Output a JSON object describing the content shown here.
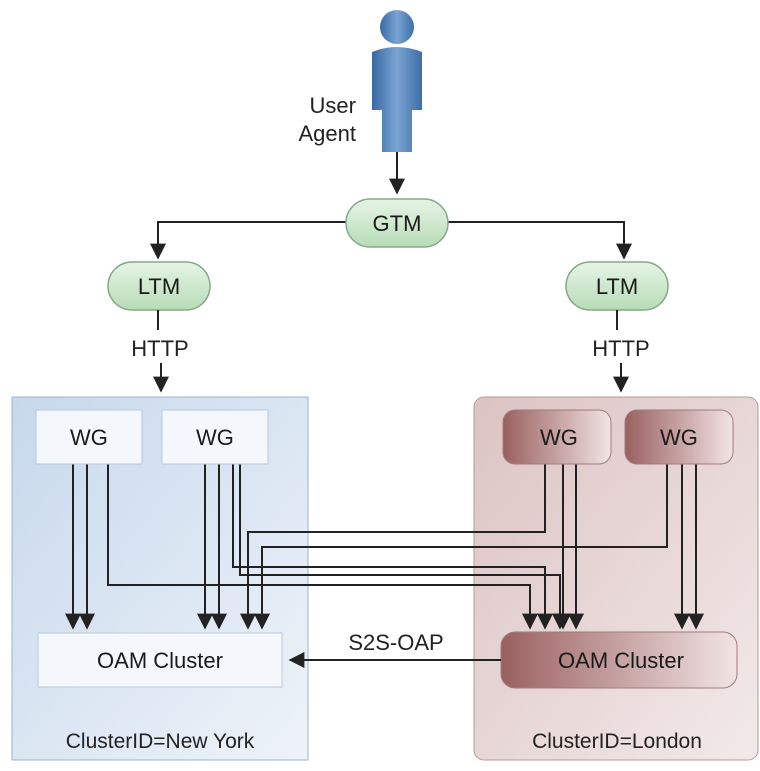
{
  "user": {
    "line1": "User",
    "line2": "Agent",
    "icon": "user-agent-icon"
  },
  "gtm": {
    "label": "GTM"
  },
  "ltm_left": {
    "label": "LTM",
    "protocol": "HTTP"
  },
  "ltm_right": {
    "label": "LTM",
    "protocol": "HTTP"
  },
  "ny": {
    "webgates": [
      "WG",
      "WG"
    ],
    "oam_label": "OAM Cluster",
    "cluster_id": "ClusterID=New York"
  },
  "london": {
    "webgates": [
      "WG",
      "WG"
    ],
    "oam_label": "OAM Cluster",
    "cluster_id": "ClusterID=London"
  },
  "s2s": {
    "label": "S2S-OAP"
  },
  "colors": {
    "node_green": "#c9e6c9",
    "node_green_stroke": "#7fa37f",
    "ny_region": "#d6e2f0",
    "ny_box": "#eef4fb",
    "london_region": "#e6d3d3",
    "london_box": "#b88585",
    "person_blue": "#4f7fb5"
  }
}
